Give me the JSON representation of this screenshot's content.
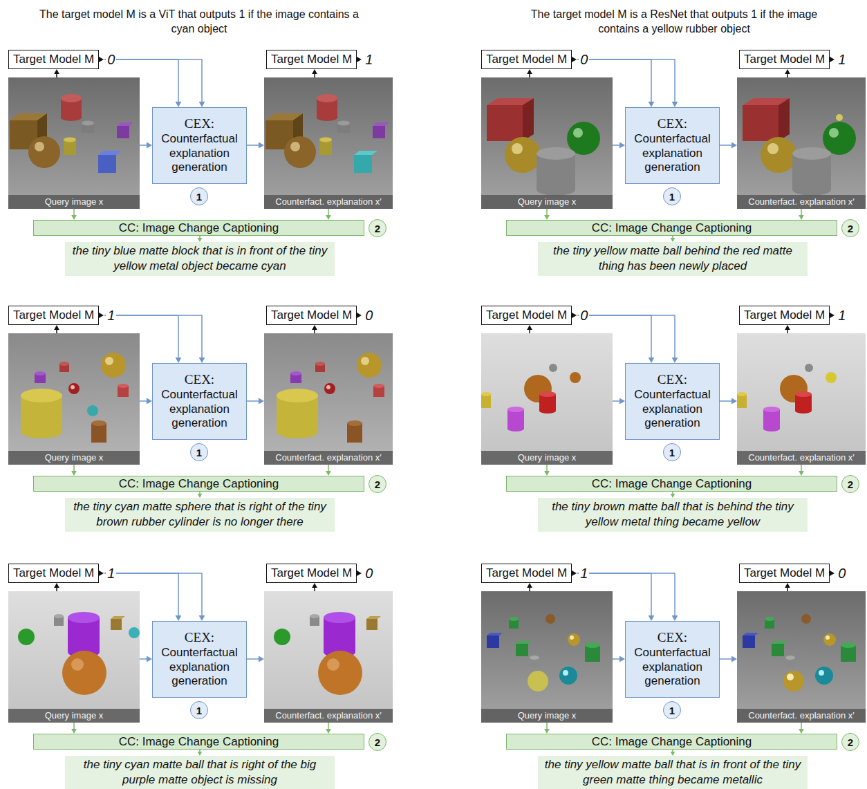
{
  "diagram": {
    "nodes": [
      {
        "text": [
          "Target Model M"
        ]
      },
      {
        "text": [
          "Target Model M"
        ]
      },
      {
        "text": [
          "Query image x"
        ]
      },
      {
        "text": [
          "CEX:",
          "Counterfactual explanation generation"
        ]
      },
      {
        "text": [
          "1"
        ]
      },
      {
        "text": [
          "Counterfact. explanation x′"
        ]
      },
      {
        "text": [
          "CC: Image Change Captioning"
        ]
      },
      {
        "text": [
          "2"
        ]
      },
      {
        "text": [
          "the tiny blue matte block that is in front of the tiny yellow metal object became cyan"
        ]
      },
      {
        "text": [
          "Target Model M"
        ]
      },
      {
        "text": [
          "Target Model M"
        ]
      },
      {
        "text": [
          "Query image x"
        ]
      },
      {
        "text": [
          "CEX:",
          "Counterfactual explanation generation"
        ]
      },
      {
        "text": [
          "1"
        ]
      },
      {
        "text": [
          "Counterfact. explanation x′"
        ]
      },
      {
        "text": [
          "CC: Image Change Captioning"
        ]
      },
      {
        "text": [
          "2"
        ]
      },
      {
        "text": [
          "the tiny yellow matte ball behind the red matte thing has been newly placed"
        ]
      },
      {
        "text": [
          "Target Model M"
        ]
      },
      {
        "text": [
          "Target Model M"
        ]
      },
      {
        "text": [
          "Query image x"
        ]
      },
      {
        "text": [
          "CEX:",
          "Counterfactual explanation generation"
        ]
      },
      {
        "text": [
          "1"
        ]
      },
      {
        "text": [
          "Counterfact. explanation x′"
        ]
      },
      {
        "text": [
          "CC: Image Change Captioning"
        ]
      },
      {
        "text": [
          "2"
        ]
      },
      {
        "text": [
          "the tiny cyan matte sphere that is right of the tiny brown rubber cylinder is no longer there"
        ]
      },
      {
        "text": [
          "Target Model M"
        ]
      },
      {
        "text": [
          "Target Model M"
        ]
      },
      {
        "text": [
          "Query image x"
        ]
      },
      {
        "text": [
          "CEX:",
          "Counterfactual explanation generation"
        ]
      },
      {
        "text": [
          "1"
        ]
      },
      {
        "text": [
          "Counterfact. explanation x′"
        ]
      },
      {
        "text": [
          "CC: Image Change Captioning"
        ]
      },
      {
        "text": [
          "2"
        ]
      },
      {
        "text": [
          "the tiny brown matte ball that is behind the tiny yellow metal thing became yellow"
        ]
      },
      {
        "text": [
          "Target Model M"
        ]
      },
      {
        "text": [
          "Target Model M"
        ]
      },
      {
        "text": [
          "Query image x"
        ]
      },
      {
        "text": [
          "CEX:",
          "Counterfactual explanation generation"
        ]
      },
      {
        "text": [
          "1"
        ]
      },
      {
        "text": [
          "Counterfact. explanation x′"
        ]
      },
      {
        "text": [
          "CC: Image Change Captioning"
        ]
      },
      {
        "text": [
          "2"
        ]
      },
      {
        "text": [
          "the tiny cyan matte ball that is right of the big purple matte object is missing"
        ]
      },
      {
        "text": [
          "Target Model M"
        ]
      },
      {
        "text": [
          "Target Model M"
        ]
      },
      {
        "text": [
          "Query image x"
        ]
      },
      {
        "text": [
          "CEX:",
          "Counterfactual explanation generation"
        ]
      },
      {
        "text": [
          "1"
        ]
      },
      {
        "text": [
          "Counterfact. explanation x′"
        ]
      },
      {
        "text": [
          "CC: Image Change Captioning"
        ]
      },
      {
        "text": [
          "2"
        ]
      },
      {
        "text": [
          "the tiny yellow matte ball that is in front of the tiny green matte thing became metallic"
        ]
      }
    ],
    "edges": [
      {
        "from": 2,
        "to": 0,
        "arrow": "to"
      },
      {
        "from": 5,
        "to": 1,
        "arrow": "to"
      },
      {
        "from": 0,
        "to": 3,
        "arrow": "to"
      },
      {
        "from": 0,
        "to": 3,
        "arrow": "to"
      },
      {
        "from": 2,
        "to": 3,
        "arrow": "to"
      },
      {
        "from": 3,
        "to": 5,
        "arrow": "to"
      },
      {
        "from": 2,
        "to": 6,
        "arrow": "to"
      },
      {
        "from": 5,
        "to": 6,
        "arrow": "to"
      },
      {
        "from": 6,
        "to": 8,
        "arrow": "to"
      },
      {
        "from": 11,
        "to": 9,
        "arrow": "to"
      },
      {
        "from": 14,
        "to": 10,
        "arrow": "to"
      },
      {
        "from": 9,
        "to": 12,
        "arrow": "to"
      },
      {
        "from": 9,
        "to": 12,
        "arrow": "to"
      },
      {
        "from": 11,
        "to": 12,
        "arrow": "to"
      },
      {
        "from": 12,
        "to": 14,
        "arrow": "to"
      },
      {
        "from": 11,
        "to": 15,
        "arrow": "to"
      },
      {
        "from": 14,
        "to": 15,
        "arrow": "to"
      },
      {
        "from": 15,
        "to": 17,
        "arrow": "to"
      },
      {
        "from": 20,
        "to": 18,
        "arrow": "to"
      },
      {
        "from": 23,
        "to": 19,
        "arrow": "to"
      },
      {
        "from": 18,
        "to": 21,
        "arrow": "to"
      },
      {
        "from": 18,
        "to": 21,
        "arrow": "to"
      },
      {
        "from": 20,
        "to": 21,
        "arrow": "to"
      },
      {
        "from": 21,
        "to": 23,
        "arrow": "to"
      },
      {
        "from": 20,
        "to": 24,
        "arrow": "to"
      },
      {
        "from": 23,
        "to": 24,
        "arrow": "to"
      },
      {
        "from": 24,
        "to": 26,
        "arrow": "to"
      },
      {
        "from": 29,
        "to": 27,
        "arrow": "to"
      },
      {
        "from": 32,
        "to": 28,
        "arrow": "to"
      },
      {
        "from": 27,
        "to": 30,
        "arrow": "to"
      },
      {
        "from": 27,
        "to": 30,
        "arrow": "to"
      },
      {
        "from": 29,
        "to": 30,
        "arrow": "to"
      },
      {
        "from": 30,
        "to": 32,
        "arrow": "to"
      },
      {
        "from": 29,
        "to": 33,
        "arrow": "to"
      },
      {
        "from": 32,
        "to": 33,
        "arrow": "to"
      },
      {
        "from": 33,
        "to": 35,
        "arrow": "to"
      },
      {
        "from": 38,
        "to": 36,
        "arrow": "to"
      },
      {
        "from": 41,
        "to": 37,
        "arrow": "to"
      },
      {
        "from": 36,
        "to": 39,
        "arrow": "to"
      },
      {
        "from": 36,
        "to": 39,
        "arrow": "to"
      },
      {
        "from": 38,
        "to": 39,
        "arrow": "to"
      },
      {
        "from": 39,
        "to": 41,
        "arrow": "to"
      },
      {
        "from": 38,
        "to": 42,
        "arrow": "to"
      },
      {
        "from": 41,
        "to": 42,
        "arrow": "to"
      },
      {
        "from": 42,
        "to": 44,
        "arrow": "to"
      },
      {
        "from": 47,
        "to": 45,
        "arrow": "to"
      },
      {
        "from": 50,
        "to": 46,
        "arrow": "to"
      },
      {
        "from": 45,
        "to": 48,
        "arrow": "to"
      },
      {
        "from": 45,
        "to": 48,
        "arrow": "to"
      },
      {
        "from": 47,
        "to": 48,
        "arrow": "to"
      },
      {
        "from": 48,
        "to": 50,
        "arrow": "to"
      },
      {
        "from": 47,
        "to": 51,
        "arrow": "to"
      },
      {
        "from": 50,
        "to": 51,
        "arrow": "to"
      },
      {
        "from": 51,
        "to": 53,
        "arrow": "to"
      }
    ],
    "labels": [
      "The target model M is a ViT that outputs 1 if the image contains a cyan object",
      "The target model M is a ResNet that outputs 1 if the image contains a yellow rubber object",
      "0",
      "1",
      "0",
      "1",
      "1",
      "0",
      "0",
      "1",
      "1",
      "0",
      "1",
      "0"
    ]
  }
}
